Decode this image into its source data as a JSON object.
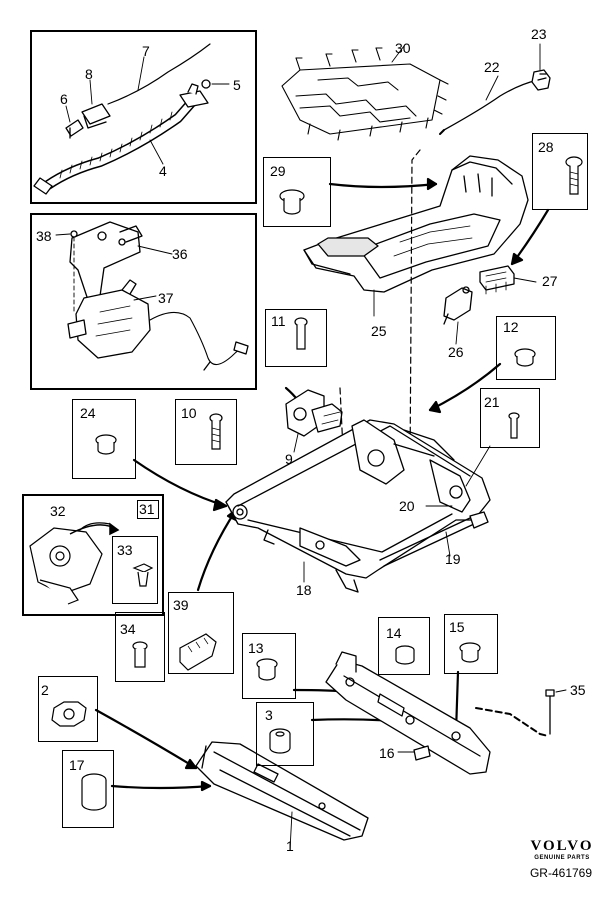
{
  "callouts": [
    "1",
    "2",
    "3",
    "4",
    "5",
    "6",
    "7",
    "8",
    "9",
    "10",
    "11",
    "12",
    "13",
    "14",
    "15",
    "16",
    "17",
    "18",
    "19",
    "20",
    "21",
    "22",
    "23",
    "24",
    "25",
    "26",
    "27",
    "28",
    "29",
    "30",
    "31",
    "32",
    "33",
    "34",
    "35",
    "36",
    "37",
    "38",
    "39"
  ],
  "brand": {
    "name": "VOLVO",
    "sub": "GENUINE PARTS"
  },
  "reference": "GR-461769",
  "colors": {
    "line": "#000000",
    "part_fill": "#ffffff",
    "part_shade": "#e6e6e6"
  }
}
